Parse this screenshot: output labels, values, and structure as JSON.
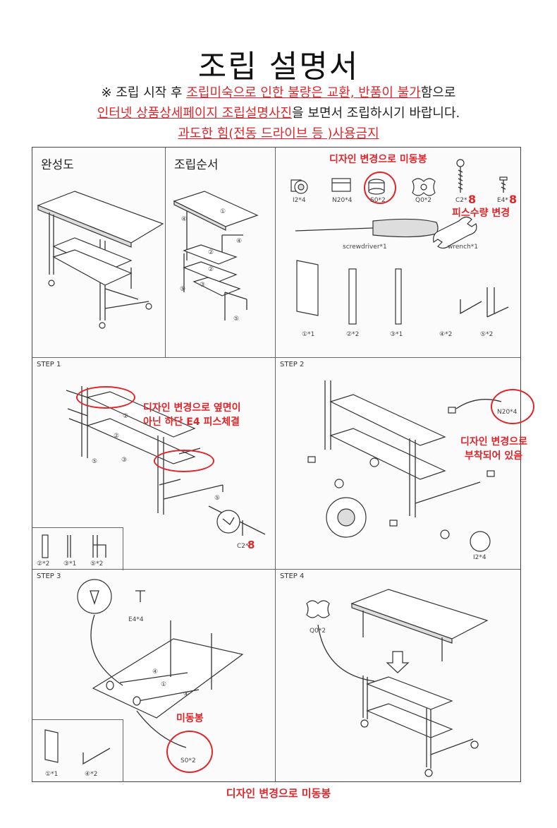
{
  "header": {
    "title": "조립 설명서",
    "notice_line1_prefix": "※ 조립 시작 후 ",
    "notice_line1_red": "조립미숙으로 인한 불량은 교환, 반품이 불가",
    "notice_line1_suffix": "함으로",
    "notice_line2_red": "인터넷 상품상세페이지 조립설명사진",
    "notice_line2_suffix": "을 보면서 조립하시기 바랍니다.",
    "notice_line3_red": "과도한 힘(전동 드라이브 등 )사용금지"
  },
  "panels": {
    "complete": "완성도",
    "order": "조립순서",
    "step1": "STEP 1",
    "step2": "STEP 2",
    "step3": "STEP 3",
    "step4": "STEP 4"
  },
  "parts": {
    "i2": "I2*4",
    "n20": "N20*4",
    "s0": "S0*2",
    "q0": "Q0*2",
    "c2": "C2*",
    "e4": "E4*",
    "screwdriver": "screwdriver*1",
    "wrench": "wrench*1",
    "p1": "①*1",
    "p2": "②*2",
    "p3": "③*1",
    "p4": "④*2",
    "p5": "⑤*2"
  },
  "step_parts": {
    "step1_c2": "C2*",
    "step1_p2": "②*2",
    "step1_p3": "③*1",
    "step1_p5": "⑤*2",
    "step2_n20": "N20*4",
    "step2_i2": "I2*4",
    "step3_e4": "E4*4",
    "step3_s0": "S0*2",
    "step3_p1": "①*1",
    "step3_p4": "④*2",
    "step4_q0": "Q0*2"
  },
  "circled": {
    "c1": "①",
    "c2": "②",
    "c3": "③",
    "c4": "④",
    "c5": "⑤"
  },
  "annotations": {
    "design_change_caster": "디자인 변경으로 미동봉",
    "qty_c2": "8",
    "qty_e4": "8",
    "piece_qty_change": "피스수량 변경",
    "step1_note_line1": "디자인 변경으로 옆면이",
    "step1_note_line2": "아닌 하단 E4 피스체결",
    "step1_c2_qty": "8",
    "step2_note_line1": "디자인 변경으로",
    "step2_note_line2": "부착되어 있음",
    "step3_not_included": "미동봉",
    "bottom_note": "디자인 변경으로 미동봉"
  }
}
